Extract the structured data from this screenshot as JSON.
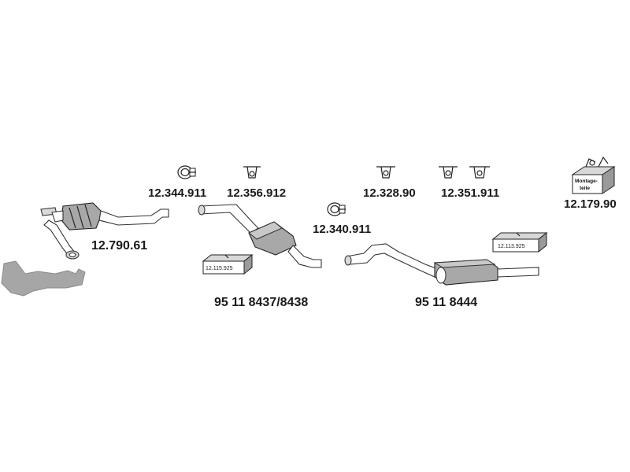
{
  "parts": {
    "clamp_1": "12.344.911",
    "hanger_1": "12.356.912",
    "hanger_2": "12.328.90",
    "hanger_3": "12.351.911",
    "kit": "12.179.90",
    "catalyst": "12.790.61",
    "clamp_2": "12.340.911",
    "middle_silencer": "95 11 8437/8438",
    "rear_silencer": "95 11 8444"
  },
  "boxes": {
    "mid_pack": "12.115.925",
    "rear_pack": "12.113.925"
  },
  "kit_box": {
    "line1": "Montage-",
    "line2": "teile"
  },
  "colors": {
    "shadow_part": "#a6a6a6",
    "line": "#222222"
  }
}
